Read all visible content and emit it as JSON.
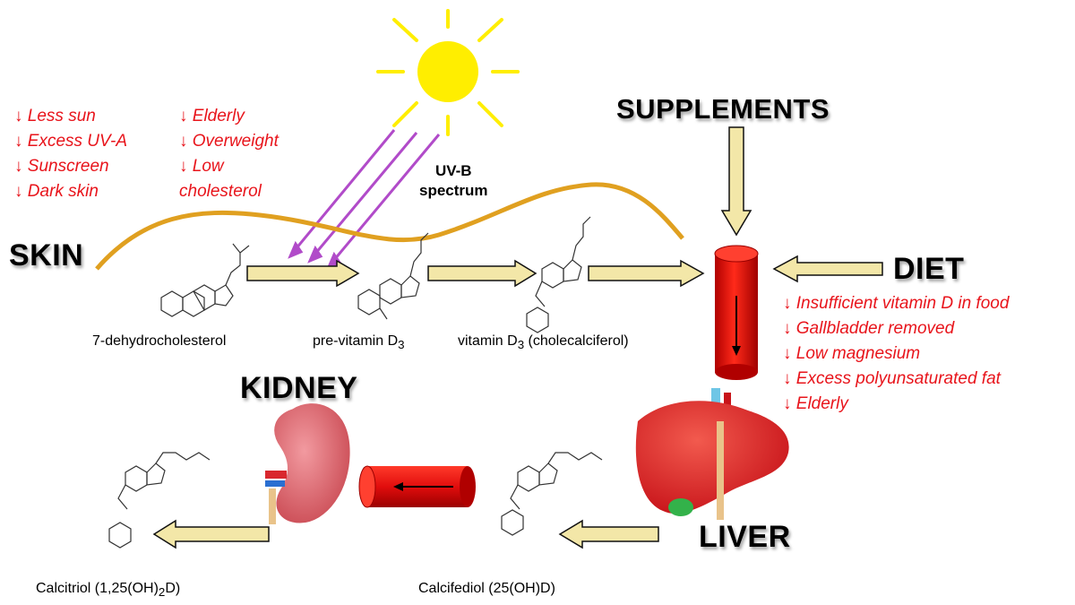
{
  "labels": {
    "skin": "SKIN",
    "supplements": "SUPPLEMENTS",
    "diet": "DIET",
    "kidney": "KIDNEY",
    "liver": "LIVER",
    "uvb_line1": "UV-B",
    "uvb_line2": "spectrum"
  },
  "skin_factors_col1": [
    "↓ Less sun",
    "↓ Excess UV-A",
    "↓ Sunscreen",
    "↓ Dark skin"
  ],
  "skin_factors_col2": [
    "↓ Elderly",
    "↓ Overweight",
    "↓ Low",
    "cholesterol"
  ],
  "diet_factors": [
    "↓ Insufficient vitamin D in food",
    "↓ Gallbladder removed",
    "↓ Low magnesium",
    "↓ Excess polyunsaturated fat",
    "↓ Elderly"
  ],
  "compounds": {
    "c1": "7-dehydrocholesterol",
    "c2_main": "pre-vitamin D",
    "c2_sub": "3",
    "c3_main": "vitamin D",
    "c3_sub": "3",
    "c3_tail": " (cholecalciferol)",
    "c4": "Calcifediol (25(OH)D)",
    "c5_main": "Calcitriol (1,25(OH)",
    "c5_sub": "2",
    "c5_tail": "D)"
  },
  "colors": {
    "factor_text": "#e8141b",
    "sun": "#ffee00",
    "uv_rays": "#b14bc9",
    "skin_line": "#e0a020",
    "arrow_fill": "#f3e7a8",
    "vessel": "#e10d0d",
    "liver": "#e4262a",
    "kidney": "#d9636c"
  },
  "icons": {
    "sun": "sun-icon",
    "liver": "liver-icon",
    "kidney": "kidney-icon"
  }
}
